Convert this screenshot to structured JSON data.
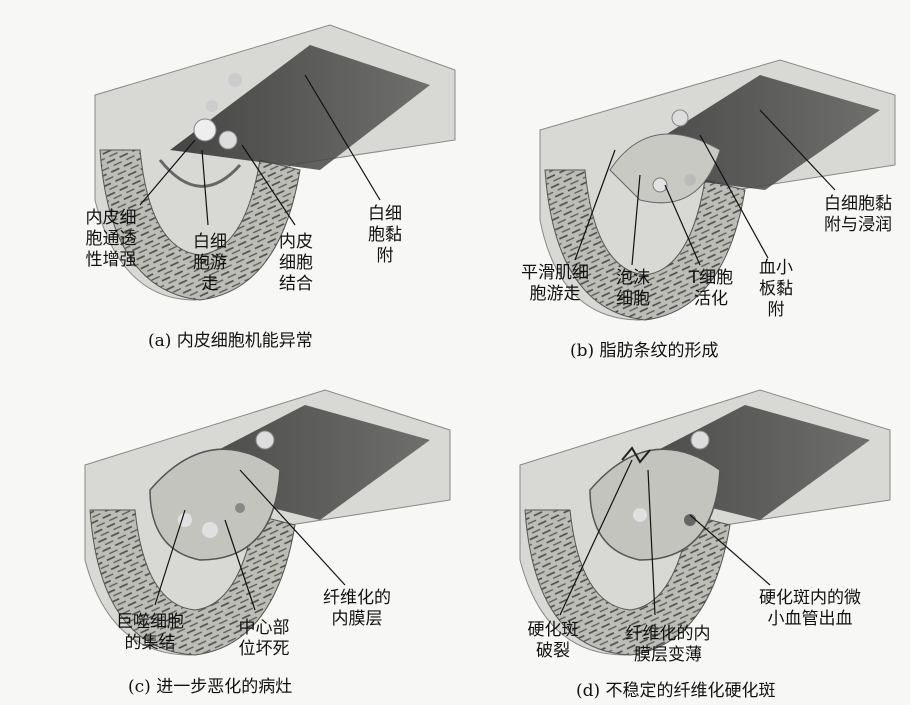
{
  "panels": [
    {
      "caption": "(a) 内皮细胞机能异常",
      "labels": [
        {
          "text": "内皮细\n胞通透\n性增强"
        },
        {
          "text": "白细\n胞游\n走"
        },
        {
          "text": "内皮\n细胞\n结合"
        },
        {
          "text": "白细\n胞黏\n附"
        }
      ]
    },
    {
      "caption": "(b) 脂肪条纹的形成",
      "labels": [
        {
          "text": "平滑肌细\n胞游走"
        },
        {
          "text": "泡沫\n细胞"
        },
        {
          "text": "T细胞\n活化"
        },
        {
          "text": "血小\n板黏\n附"
        },
        {
          "text": "白细胞黏\n附与浸润"
        }
      ]
    },
    {
      "caption": "(c) 进一步恶化的病灶",
      "labels": [
        {
          "text": "巨噬细胞\n的集结"
        },
        {
          "text": "中心部\n位坏死"
        },
        {
          "text": "纤维化的\n内膜层"
        }
      ]
    },
    {
      "caption": "(d) 不稳定的纤维化硬化斑",
      "labels": [
        {
          "text": "硬化斑\n破裂"
        },
        {
          "text": "纤维化的内\n膜层变薄"
        },
        {
          "text": "硬化斑内的微\n小血管出血"
        }
      ]
    }
  ]
}
